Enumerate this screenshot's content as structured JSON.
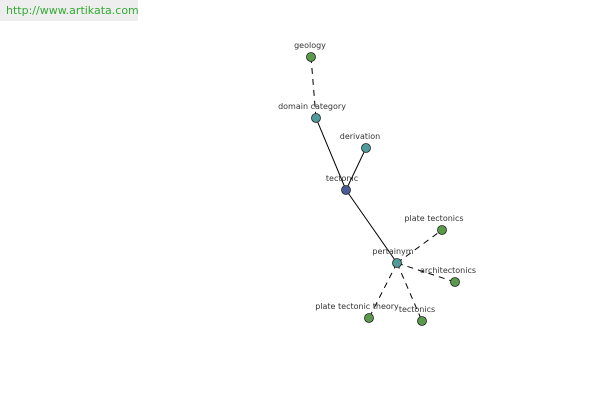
{
  "watermark": "http://www.artikata.com",
  "colors": {
    "center": "#4b5b94",
    "relation": "#4f9b9b",
    "leaf": "#5a9a4a",
    "edge": "#000000",
    "watermark_text": "#33aa33",
    "watermark_bg": "#eeeeee"
  },
  "nodes": [
    {
      "id": "geology",
      "label": "geology",
      "kind": "leaf"
    },
    {
      "id": "domain_category",
      "label": "domain category",
      "kind": "relation"
    },
    {
      "id": "derivation",
      "label": "derivation",
      "kind": "relation"
    },
    {
      "id": "tectonic",
      "label": "tectonic",
      "kind": "center"
    },
    {
      "id": "pertainym",
      "label": "pertainym",
      "kind": "relation"
    },
    {
      "id": "plate_tectonics",
      "label": "plate tectonics",
      "kind": "leaf"
    },
    {
      "id": "architectonics",
      "label": "architectonics",
      "kind": "leaf"
    },
    {
      "id": "plate_tectonic_theory",
      "label": "plate tectonic theory",
      "kind": "leaf"
    },
    {
      "id": "tectonics",
      "label": "tectonics",
      "kind": "leaf"
    }
  ],
  "edges": [
    {
      "from": "geology",
      "to": "domain_category",
      "style": "dashed"
    },
    {
      "from": "domain_category",
      "to": "tectonic",
      "style": "solid"
    },
    {
      "from": "derivation",
      "to": "tectonic",
      "style": "solid"
    },
    {
      "from": "tectonic",
      "to": "pertainym",
      "style": "solid"
    },
    {
      "from": "pertainym",
      "to": "plate_tectonics",
      "style": "dashed"
    },
    {
      "from": "pertainym",
      "to": "architectonics",
      "style": "dashed"
    },
    {
      "from": "pertainym",
      "to": "plate_tectonic_theory",
      "style": "dashed"
    },
    {
      "from": "pertainym",
      "to": "tectonics",
      "style": "dashed"
    }
  ]
}
